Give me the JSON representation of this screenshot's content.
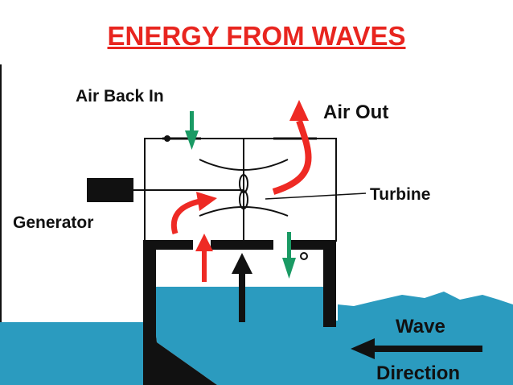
{
  "title": "ENERGY FROM WAVES",
  "labels": {
    "air_back_in": "Air Back In",
    "air_out": "Air Out",
    "turbine": "Turbine",
    "generator": "Generator",
    "wave": "Wave",
    "direction": "Direction"
  },
  "colors": {
    "title": "#e8251f",
    "water": "#2b9bbf",
    "air_out_arrow": "#ee2a24",
    "air_in_arrow": "#1a9a64",
    "structure": "#111111"
  }
}
